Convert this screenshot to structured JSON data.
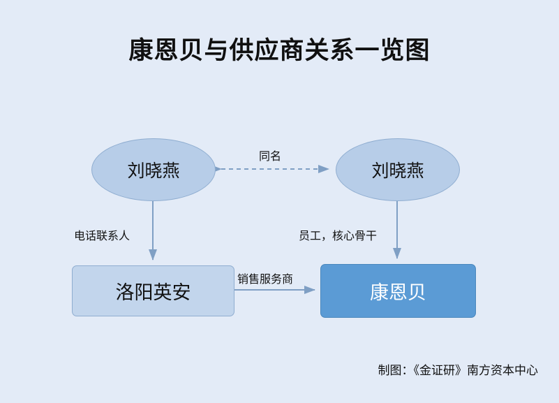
{
  "title": "康恩贝与供应商关系一览图",
  "nodes": {
    "ellipse_left": "刘晓燕",
    "ellipse_right": "刘晓燕",
    "rect_left": "洛阳英安",
    "rect_right": "康恩贝"
  },
  "edges": {
    "tongming": "同名",
    "phone_contact": "电话联系人",
    "employee": "员工，核心骨干",
    "sales_service": "销售服务商"
  },
  "credit": "制图：《金证研》南方资本中心",
  "colors": {
    "background": "#e3ebf7",
    "ellipse_fill": "#b7cde8",
    "rect_left_fill": "#c2d5ec",
    "rect_right_fill": "#5b9bd5",
    "line": "#7f9fc4",
    "text": "#111111",
    "rect_right_text": "#ffffff"
  }
}
